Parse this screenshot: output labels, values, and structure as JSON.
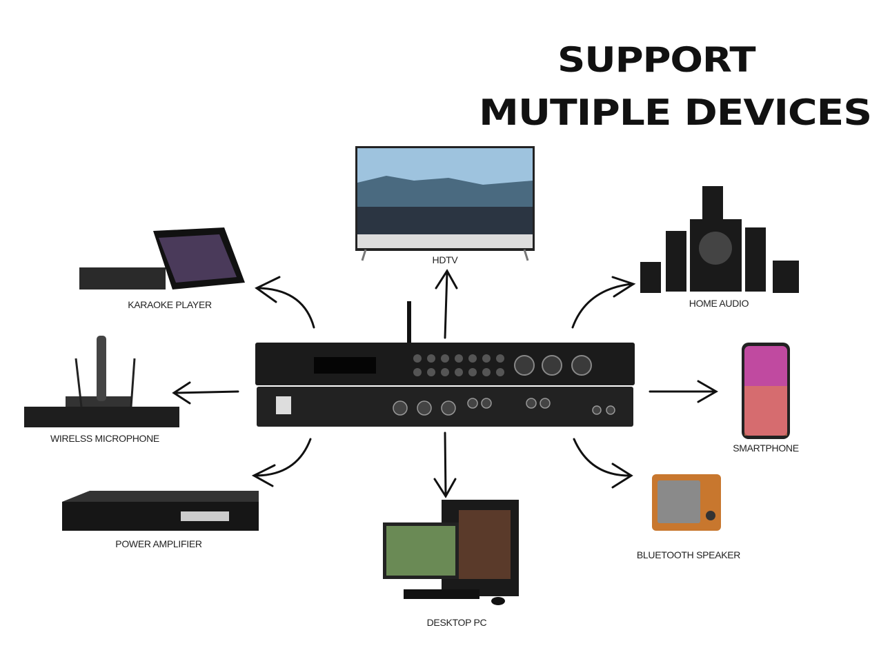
{
  "title": {
    "line1": "SUPPORT",
    "line2": "MUTIPLE DEVICES"
  },
  "devices": {
    "hdtv": "HDTV",
    "karaoke": "KARAOKE PLAYER",
    "home_audio": "HOME AUDIO",
    "microphone": "WIRELSS MICROPHONE",
    "smartphone": "SMARTPHONE",
    "amplifier": "POWER AMPLIFIER",
    "desktop": "DESKTOP PC",
    "bluetooth": "BLUETOOTH SPEAKER"
  },
  "colors": {
    "device": "#1a1a1a",
    "background": "#ffffff",
    "speaker_wood": "#c8772e"
  }
}
